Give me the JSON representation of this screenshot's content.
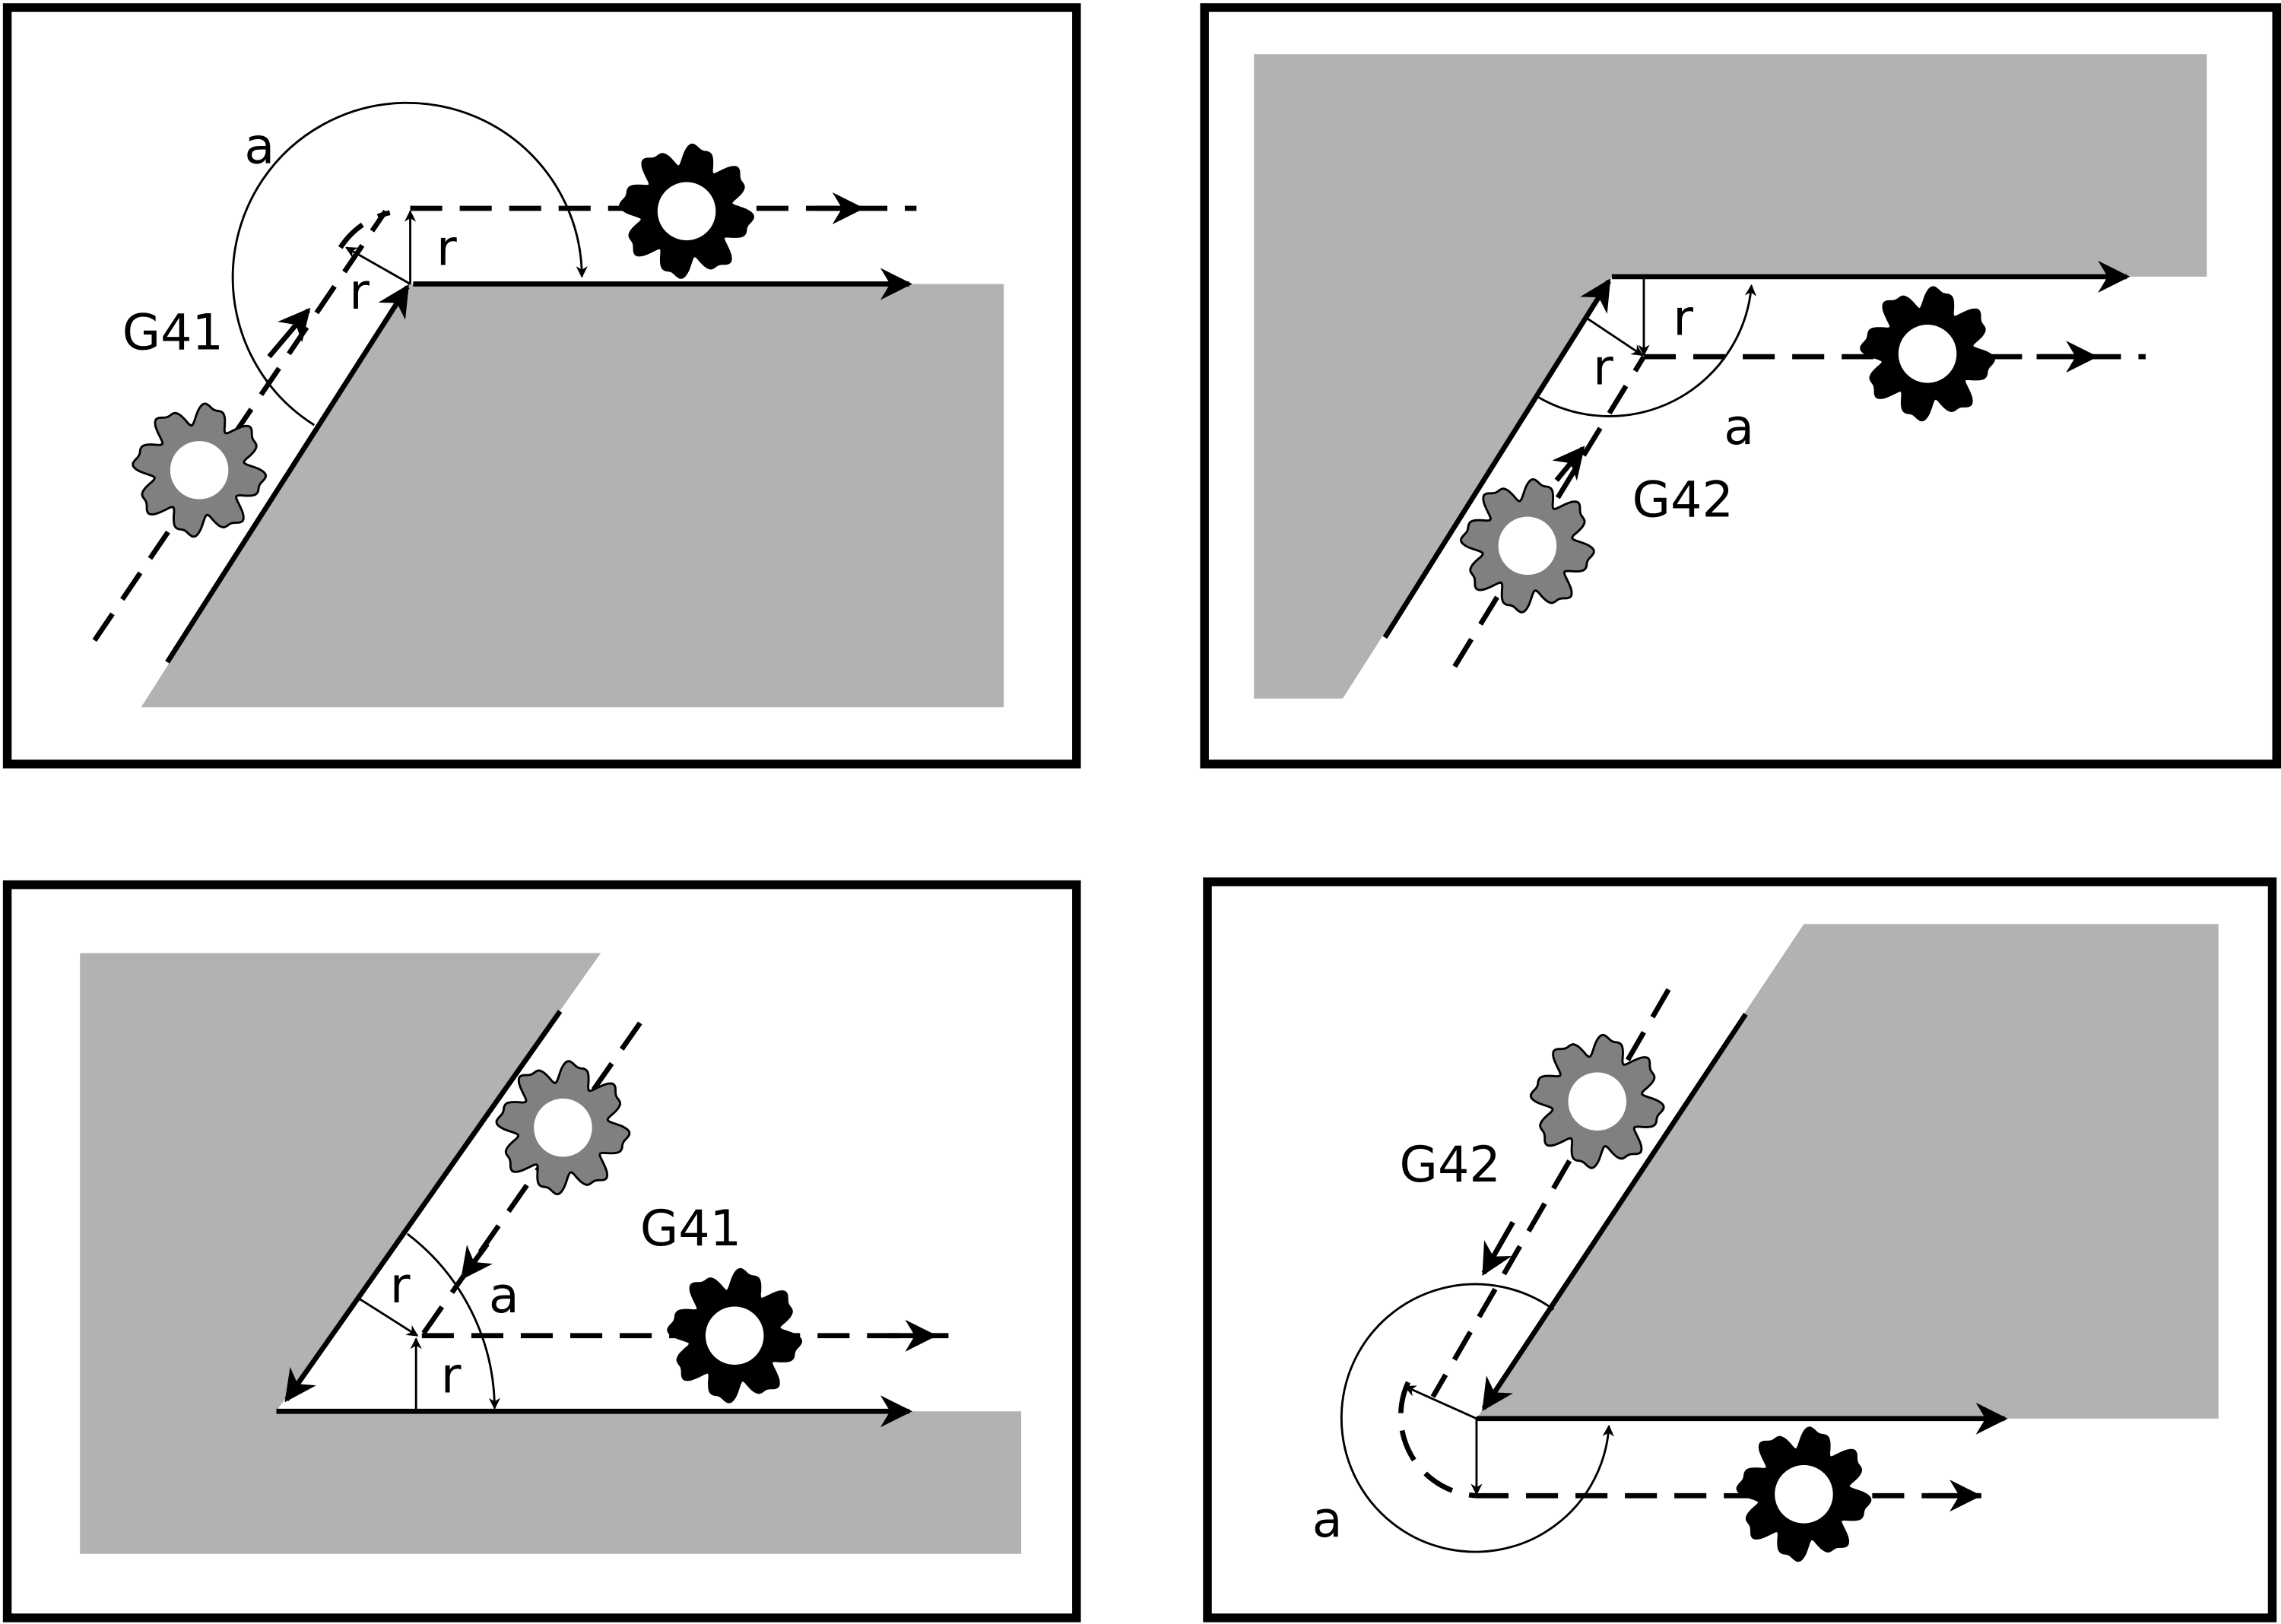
{
  "panels": [
    {
      "id": "top-left",
      "code": "G41",
      "angle_label": "a",
      "radius_labels": [
        "r",
        "r"
      ],
      "cutter_start_color": "#808080",
      "cutter_end_color": "#000000"
    },
    {
      "id": "top-right",
      "code": "G42",
      "angle_label": "a",
      "radius_labels": [
        "r",
        "r"
      ],
      "cutter_start_color": "#808080",
      "cutter_end_color": "#000000"
    },
    {
      "id": "bottom-left",
      "code": "G41",
      "angle_label": "a",
      "radius_labels": [
        "r",
        "r"
      ],
      "cutter_start_color": "#808080",
      "cutter_end_color": "#000000"
    },
    {
      "id": "bottom-right",
      "code": "G42",
      "angle_label": "a",
      "cutter_start_color": "#808080",
      "cutter_end_color": "#000000"
    }
  ],
  "colors": {
    "workpiece": "#b2b2b2",
    "line": "#000000"
  }
}
